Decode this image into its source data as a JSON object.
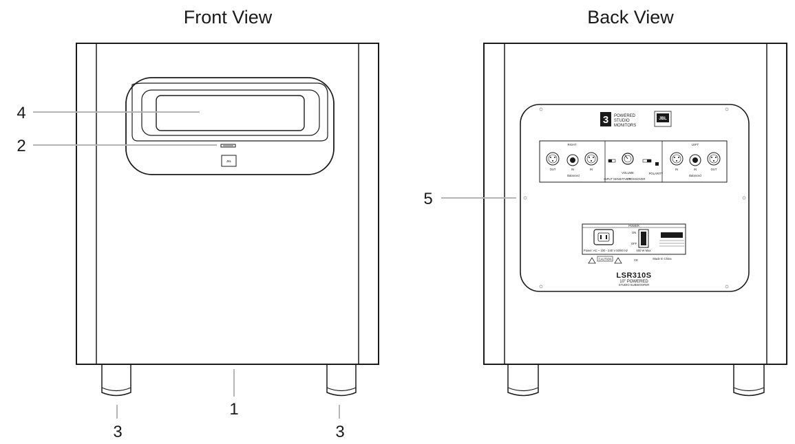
{
  "views": {
    "front": {
      "title": "Front View"
    },
    "back": {
      "title": "Back View"
    }
  },
  "callouts": {
    "c1": "1",
    "c2": "2",
    "c3a": "3",
    "c3b": "3",
    "c4": "4",
    "c5": "5"
  },
  "panel": {
    "brand_mark": "3",
    "series_line1": "POWERED",
    "series_line2": "STUDIO",
    "series_line3": "MONITORS",
    "logo": "JBL",
    "right_label": "RIGHT",
    "left_label": "LEFT",
    "out_label": "OUT",
    "in_label": "IN",
    "balanced_label": "Balanced",
    "input_sensitivity_label": "INPUT SENSITIVITY",
    "volume_label": "VOLUME",
    "crossover_label": "CROSSOVER",
    "polarity_label": "POLARITY",
    "power_label": "POWER",
    "on_label": "ON",
    "off_label": "OFF",
    "power_spec": "Power: AC ~ 100 - 240 V 50/60 Hz",
    "watt_label": "400 W Max",
    "caution_label": "CAUTION",
    "made_in": "Made In China",
    "model": "LSR310S",
    "model_sub1": "10\" POWERED",
    "model_sub2": "STUDIO SUBWOOFER",
    "ce_mark": "CE"
  }
}
